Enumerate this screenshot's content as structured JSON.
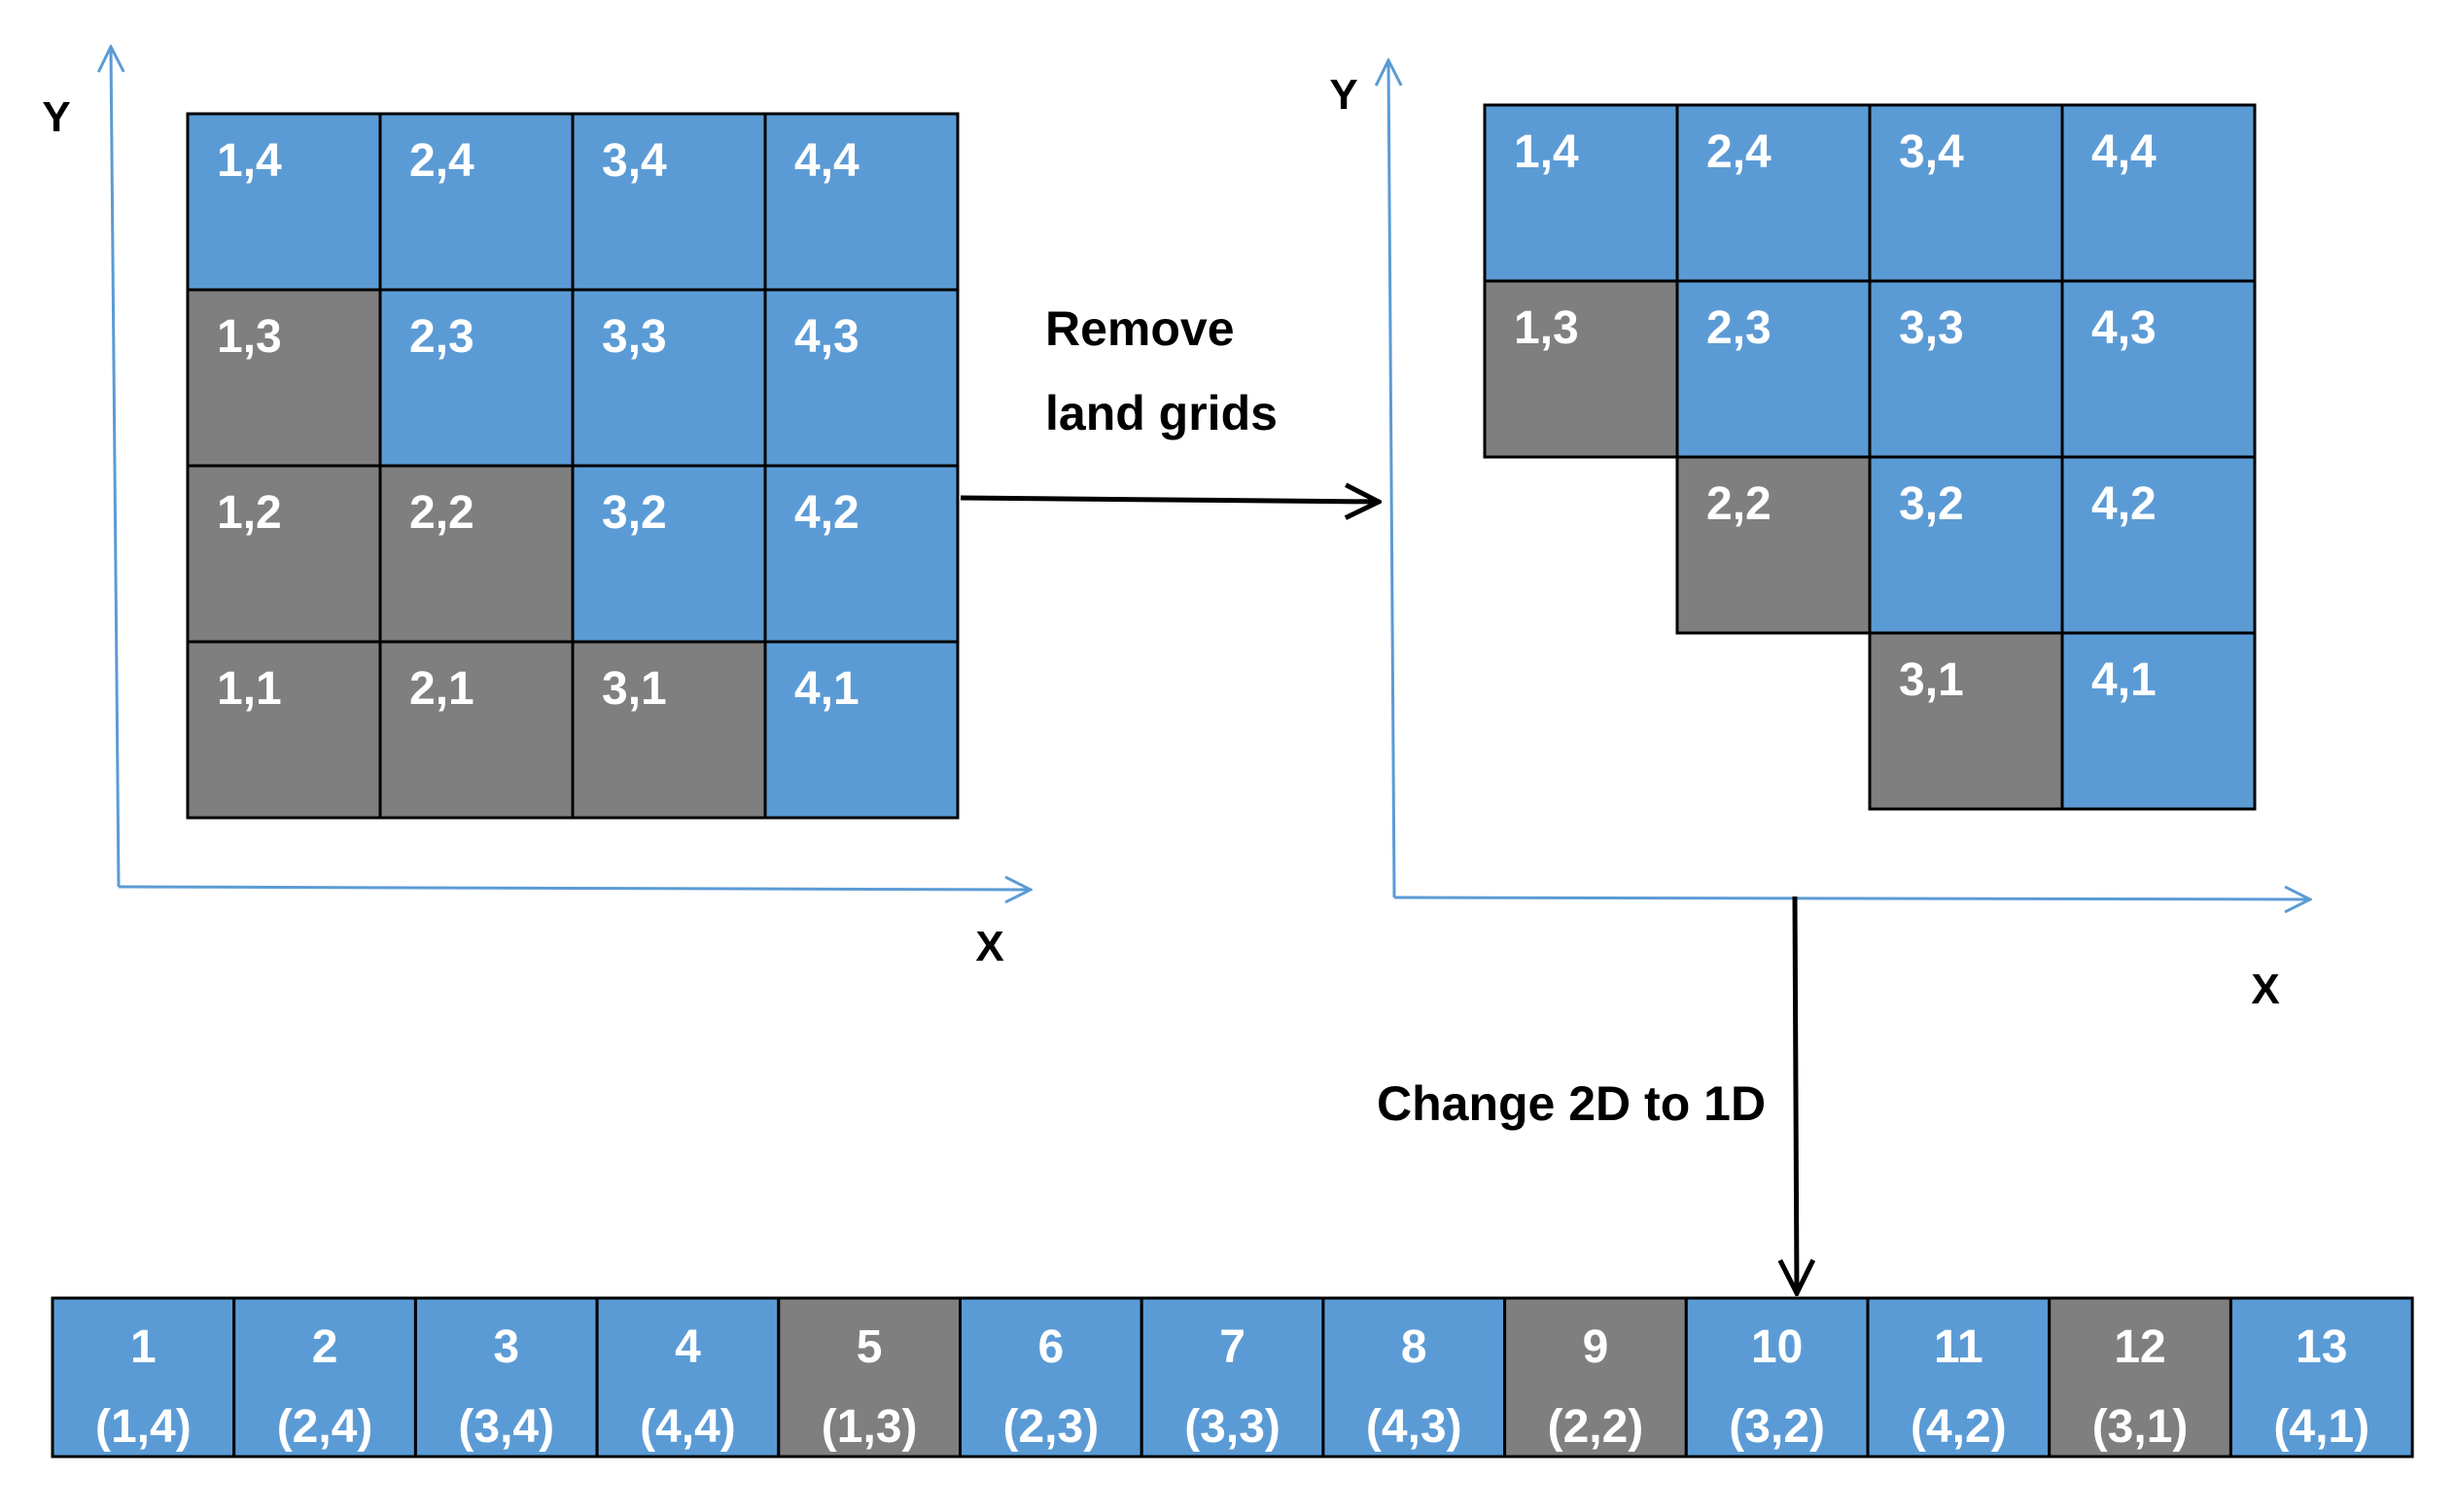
{
  "colors": {
    "ocean": "#5b9bd5",
    "land": "#7f7f7f",
    "axis": "#5b9bd5",
    "border": "#000000",
    "text": "#ffffff"
  },
  "left_grid": {
    "x_axis_label": "X",
    "y_axis_label": "Y",
    "rows": [
      [
        {
          "label": "1,4",
          "type": "ocean"
        },
        {
          "label": "2,4",
          "type": "ocean"
        },
        {
          "label": "3,4",
          "type": "ocean"
        },
        {
          "label": "4,4",
          "type": "ocean"
        }
      ],
      [
        {
          "label": "1,3",
          "type": "land"
        },
        {
          "label": "2,3",
          "type": "ocean"
        },
        {
          "label": "3,3",
          "type": "ocean"
        },
        {
          "label": "4,3",
          "type": "ocean"
        }
      ],
      [
        {
          "label": "1,2",
          "type": "land"
        },
        {
          "label": "2,2",
          "type": "land"
        },
        {
          "label": "3,2",
          "type": "ocean"
        },
        {
          "label": "4,2",
          "type": "ocean"
        }
      ],
      [
        {
          "label": "1,1",
          "type": "land"
        },
        {
          "label": "2,1",
          "type": "land"
        },
        {
          "label": "3,1",
          "type": "land"
        },
        {
          "label": "4,1",
          "type": "ocean"
        }
      ]
    ]
  },
  "remove_caption": {
    "line1": "Remove",
    "line2": "land grids"
  },
  "right_grid": {
    "x_axis_label": "X",
    "y_axis_label": "Y",
    "rows": [
      [
        {
          "label": "1,4",
          "type": "ocean"
        },
        {
          "label": "2,4",
          "type": "ocean"
        },
        {
          "label": "3,4",
          "type": "ocean"
        },
        {
          "label": "4,4",
          "type": "ocean"
        }
      ],
      [
        {
          "label": "1,3",
          "type": "land"
        },
        {
          "label": "2,3",
          "type": "ocean"
        },
        {
          "label": "3,3",
          "type": "ocean"
        },
        {
          "label": "4,3",
          "type": "ocean"
        }
      ],
      [
        null,
        {
          "label": "2,2",
          "type": "land"
        },
        {
          "label": "3,2",
          "type": "ocean"
        },
        {
          "label": "4,2",
          "type": "ocean"
        }
      ],
      [
        null,
        null,
        {
          "label": "3,1",
          "type": "land"
        },
        {
          "label": "4,1",
          "type": "ocean"
        }
      ]
    ]
  },
  "change_caption": "Change 2D to 1D",
  "strip": [
    {
      "index": "1",
      "coord": "(1,4)",
      "type": "ocean"
    },
    {
      "index": "2",
      "coord": "(2,4)",
      "type": "ocean"
    },
    {
      "index": "3",
      "coord": "(3,4)",
      "type": "ocean"
    },
    {
      "index": "4",
      "coord": "(4,4)",
      "type": "ocean"
    },
    {
      "index": "5",
      "coord": "(1,3)",
      "type": "land"
    },
    {
      "index": "6",
      "coord": "(2,3)",
      "type": "ocean"
    },
    {
      "index": "7",
      "coord": "(3,3)",
      "type": "ocean"
    },
    {
      "index": "8",
      "coord": "(4,3)",
      "type": "ocean"
    },
    {
      "index": "9",
      "coord": "(2,2)",
      "type": "land"
    },
    {
      "index": "10",
      "coord": "(3,2)",
      "type": "ocean"
    },
    {
      "index": "11",
      "coord": "(4,2)",
      "type": "ocean"
    },
    {
      "index": "12",
      "coord": "(3,1)",
      "type": "land"
    },
    {
      "index": "13",
      "coord": "(4,1)",
      "type": "ocean"
    }
  ]
}
